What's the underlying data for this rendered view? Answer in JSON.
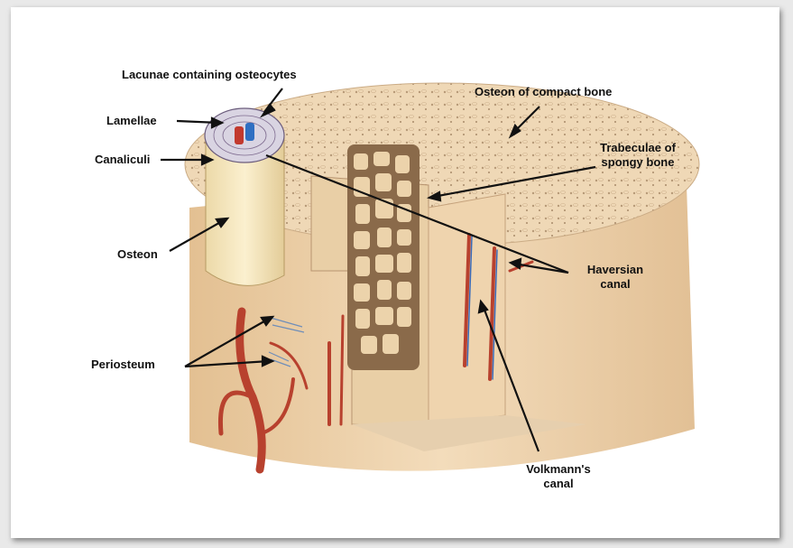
{
  "diagram": {
    "labels": {
      "lacunae": "Lacunae containing osteocytes",
      "lamellae": "Lamellae",
      "canaliculi": "Canaliculi",
      "osteon": "Osteon",
      "periosteum": "Periosteum",
      "osteon_compact": "Osteon of compact bone",
      "trabeculae_line1": "Trabeculae of",
      "trabeculae_line2": "spongy bone",
      "haversian_line1": "Haversian",
      "haversian_line2": "canal",
      "volkmann_line1": "Volkmann's",
      "volkmann_line2": "canal"
    },
    "colors": {
      "bone_light": "#f1dcbe",
      "bone_mid": "#e6c79d",
      "bone_dark": "#c9a476",
      "spongy": "#8a6a4a",
      "vessel_red": "#b8412e",
      "vessel_blue": "#3a6ab8"
    }
  }
}
